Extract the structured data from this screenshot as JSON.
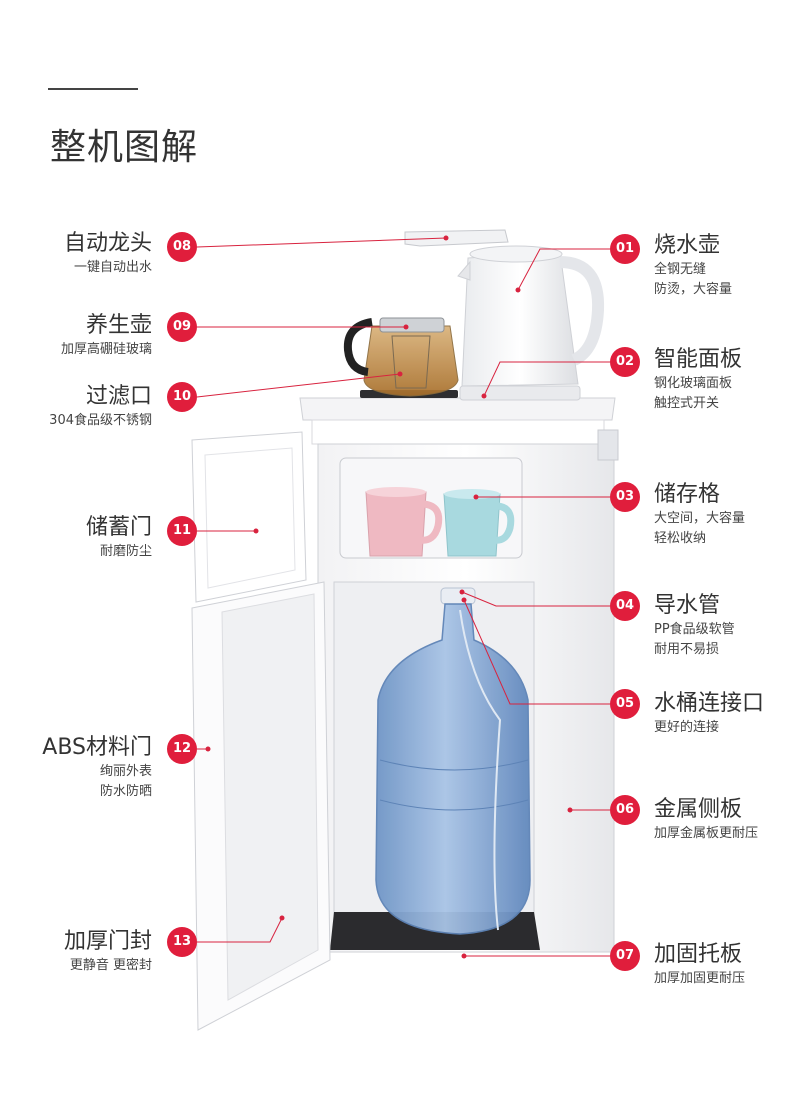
{
  "page": {
    "title": "整机图解"
  },
  "parts": [
    {
      "num": "01",
      "name": "烧水壶",
      "lines": [
        "全钢无缝",
        "防烫，大容量"
      ]
    },
    {
      "num": "02",
      "name": "智能面板",
      "lines": [
        "钢化玻璃面板",
        "触控式开关"
      ]
    },
    {
      "num": "03",
      "name": "储存格",
      "lines": [
        "大空间，大容量",
        "轻松收纳"
      ]
    },
    {
      "num": "04",
      "name": "导水管",
      "lines": [
        "PP食品级软管",
        "耐用不易损"
      ]
    },
    {
      "num": "05",
      "name": "水桶连接口",
      "lines": [
        "更好的连接"
      ]
    },
    {
      "num": "06",
      "name": "金属侧板",
      "lines": [
        "加厚金属板更耐压"
      ]
    },
    {
      "num": "07",
      "name": "加固托板",
      "lines": [
        "加厚加固更耐压"
      ]
    },
    {
      "num": "08",
      "name": "自动龙头",
      "lines": [
        "一键自动出水"
      ]
    },
    {
      "num": "09",
      "name": "养生壶",
      "lines": [
        "加厚高硼硅玻璃"
      ]
    },
    {
      "num": "10",
      "name": "过滤口",
      "lines": [
        "304食品级不锈钢"
      ]
    },
    {
      "num": "11",
      "name": "储蓄门",
      "lines": [
        "耐磨防尘"
      ]
    },
    {
      "num": "12",
      "name": "ABS材料门",
      "lines": [
        "绚丽外表",
        "防水防晒"
      ]
    },
    {
      "num": "13",
      "name": "加厚门封",
      "lines": [
        "更静音  更密封"
      ]
    }
  ],
  "colors": {
    "accent": "#e01e3c",
    "leader": "#d8233f",
    "text": "#333333"
  }
}
